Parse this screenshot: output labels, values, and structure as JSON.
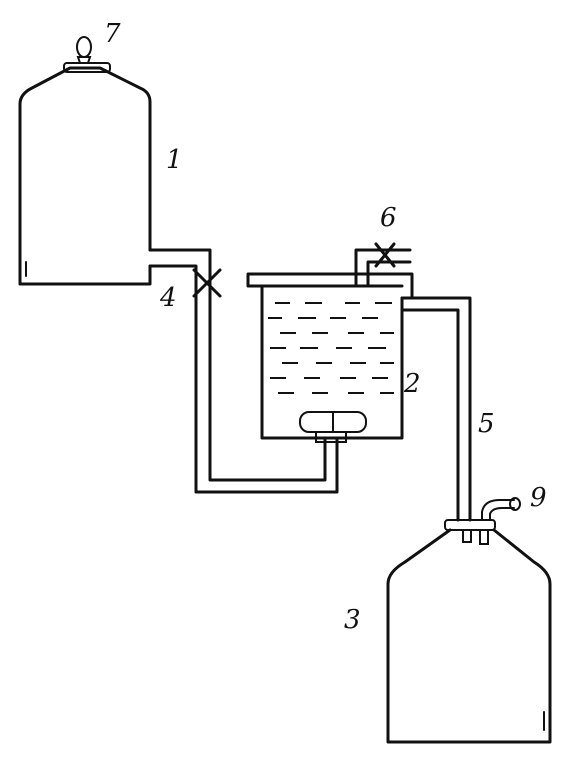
{
  "labels": {
    "bottle_upper": "1",
    "vessel": "2",
    "bottle_lower": "3",
    "valve_inlet": "4",
    "pipe_overflow": "5",
    "valve_top": "6",
    "stopper": "7",
    "tube_outlet": "9"
  }
}
